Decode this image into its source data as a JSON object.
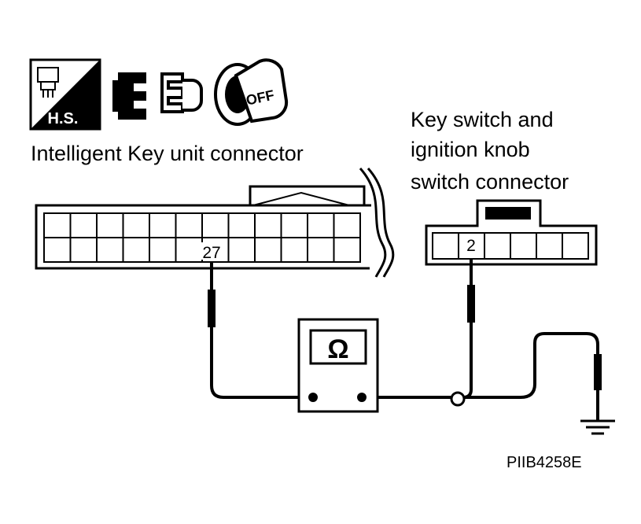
{
  "symbols": {
    "hs_label": "H.S.",
    "off_label": "OFF",
    "ohm_symbol": "Ω"
  },
  "labels": {
    "left_connector": "Intelligent Key unit connector",
    "right_connector_line1": "Key switch and",
    "right_connector_line2": "ignition knob",
    "right_connector_line3": "switch connector"
  },
  "terminals": {
    "left": "27",
    "right": "2"
  },
  "figure_id": "PIIB4258E"
}
